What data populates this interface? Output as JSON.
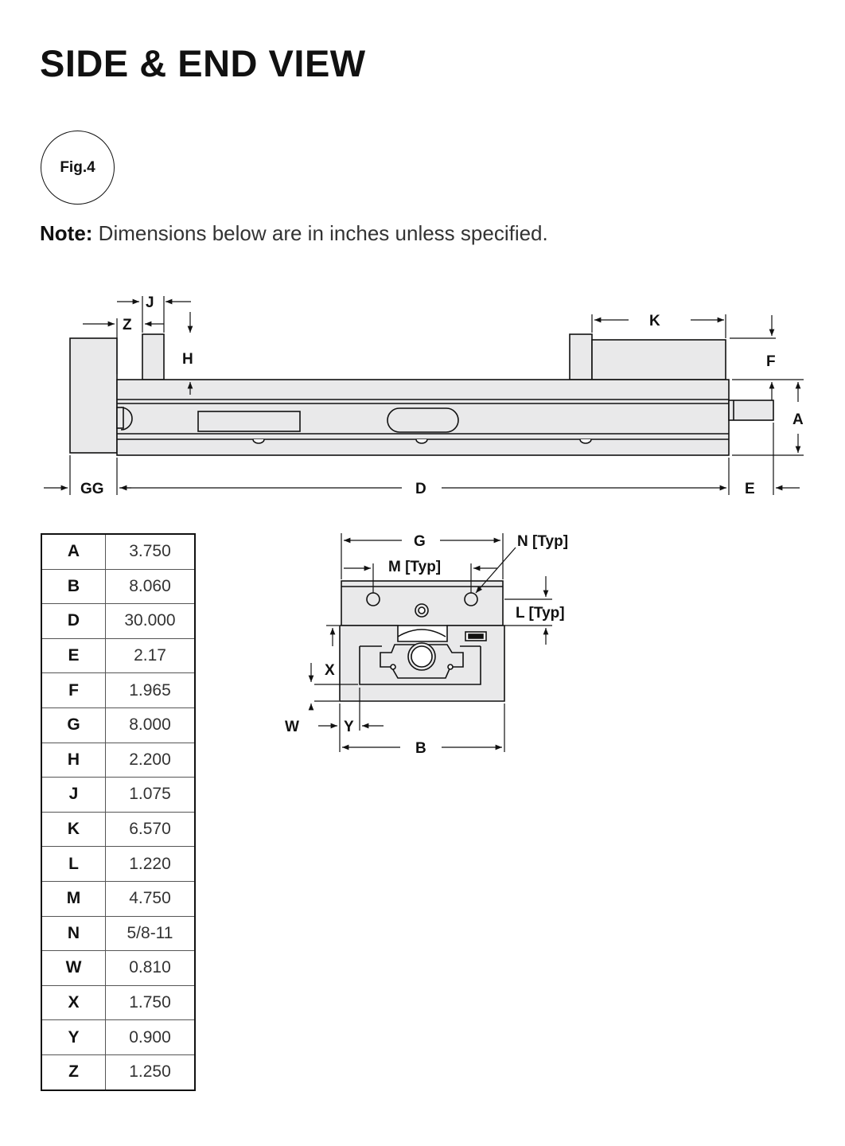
{
  "page": {
    "title": "SIDE & END VIEW",
    "figure_label": "Fig.4",
    "note_label": "Note:",
    "note_text": "Dimensions below are in inches unless specified."
  },
  "side_view_labels": {
    "J": "J",
    "Z": "Z",
    "H": "H",
    "K": "K",
    "F": "F",
    "A": "A",
    "GG": "GG",
    "D": "D",
    "E": "E"
  },
  "end_view_labels": {
    "G": "G",
    "N": "N [Typ]",
    "M": "M [Typ]",
    "L": "L [Typ]",
    "X": "X",
    "W": "W",
    "Y": "Y",
    "B": "B"
  },
  "dimensions": [
    {
      "key": "A",
      "value": "3.750"
    },
    {
      "key": "B",
      "value": "8.060"
    },
    {
      "key": "D",
      "value": "30.000"
    },
    {
      "key": "E",
      "value": "2.17"
    },
    {
      "key": "F",
      "value": "1.965"
    },
    {
      "key": "G",
      "value": "8.000"
    },
    {
      "key": "H",
      "value": "2.200"
    },
    {
      "key": "J",
      "value": "1.075"
    },
    {
      "key": "K",
      "value": "6.570"
    },
    {
      "key": "L",
      "value": "1.220"
    },
    {
      "key": "M",
      "value": "4.750"
    },
    {
      "key": "N",
      "value": "5/8-11"
    },
    {
      "key": "W",
      "value": "0.810"
    },
    {
      "key": "X",
      "value": "1.750"
    },
    {
      "key": "Y",
      "value": "0.900"
    },
    {
      "key": "Z",
      "value": "1.250"
    }
  ],
  "colors": {
    "body_fill": "#e9e9ea",
    "line": "#111111"
  }
}
